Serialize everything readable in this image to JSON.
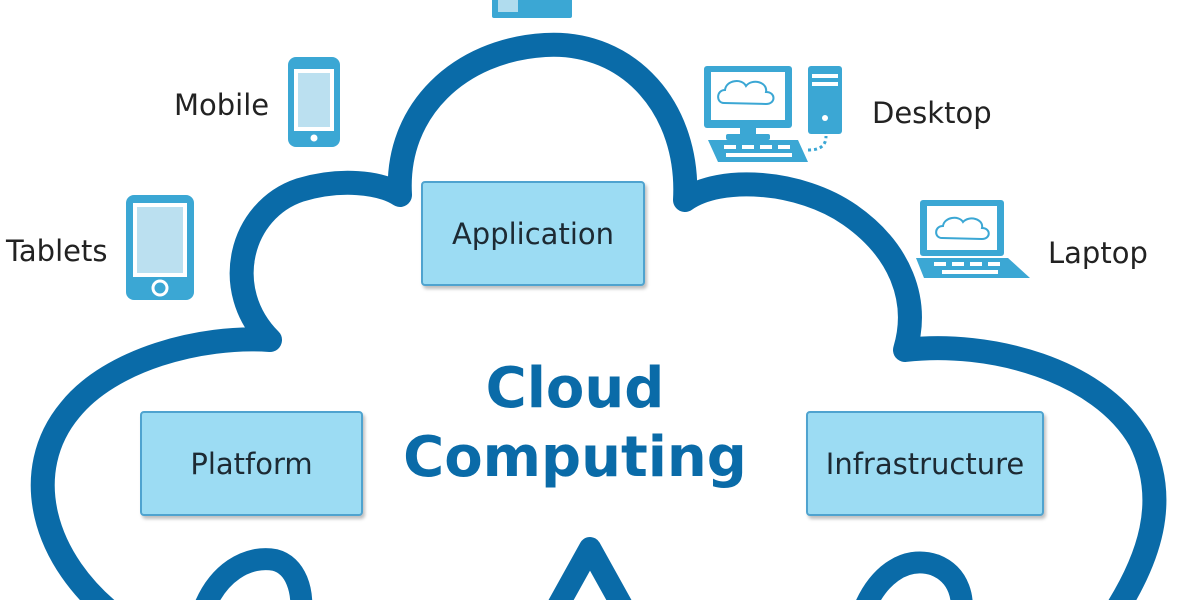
{
  "colors": {
    "cloud_outline": "#0a6ba8",
    "box_fill": "#9cdcf3",
    "box_border": "#4fa3cf",
    "title_text": "#0a6ba8",
    "device_fill": "#3ba7d4",
    "label_text": "#222222"
  },
  "title": {
    "line1": "Cloud",
    "line2": "Computing"
  },
  "services": {
    "application": "Application",
    "platform": "Platform",
    "infrastructure": "Infrastructure"
  },
  "devices": {
    "mobile": {
      "label": "Mobile",
      "icon": "mobile-phone-icon"
    },
    "tablets": {
      "label": "Tablets",
      "icon": "tablet-icon"
    },
    "desktop": {
      "label": "Desktop",
      "icon": "desktop-computer-icon"
    },
    "laptop": {
      "label": "Laptop",
      "icon": "laptop-icon"
    },
    "top": {
      "icon": "device-icon"
    }
  }
}
